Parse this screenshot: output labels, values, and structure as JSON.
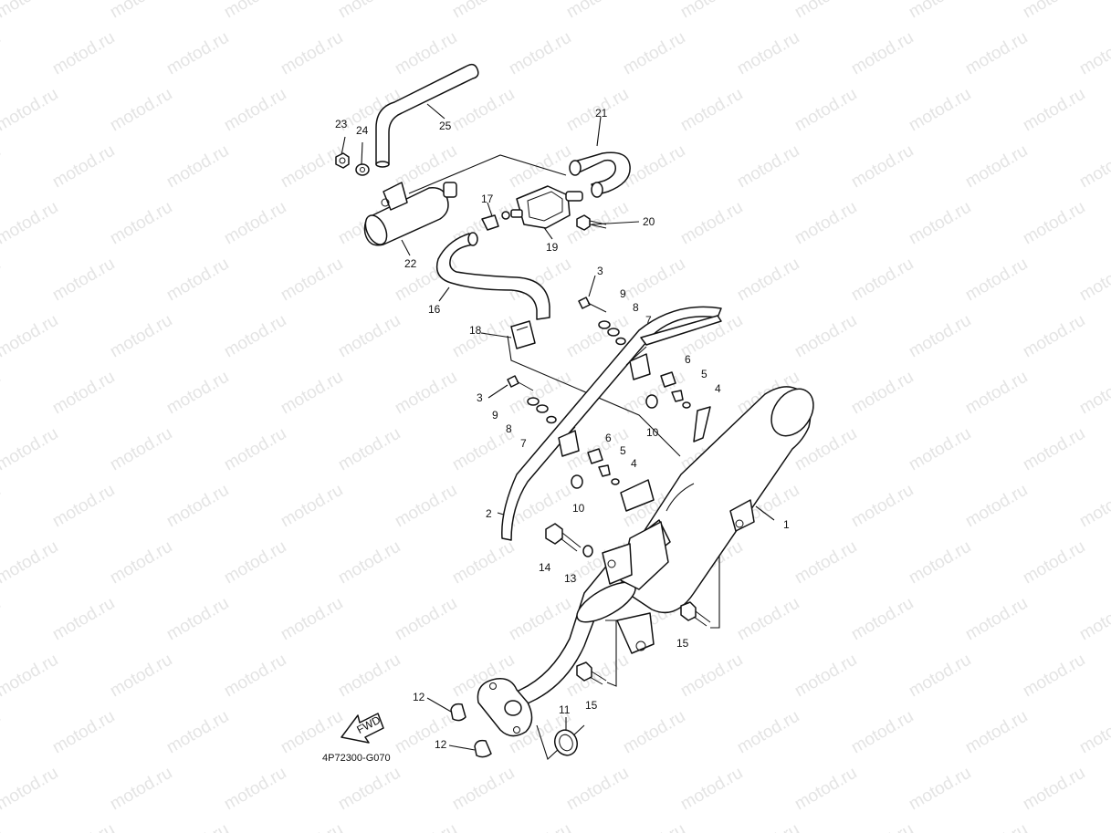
{
  "watermark": "motod.ru",
  "drawing_code": "4P72300-G070",
  "fwd_label": "FWD",
  "callouts": {
    "c1": "1",
    "c2": "2",
    "c3a": "3",
    "c3b": "3",
    "c4a": "4",
    "c4b": "4",
    "c5a": "5",
    "c5b": "5",
    "c6a": "6",
    "c6b": "6",
    "c7a": "7",
    "c7b": "7",
    "c8a": "8",
    "c8b": "8",
    "c9a": "9",
    "c9b": "9",
    "c10a": "10",
    "c10b": "10",
    "c11": "11",
    "c12a": "12",
    "c12b": "12",
    "c13": "13",
    "c14": "14",
    "c15a": "15",
    "c15b": "15",
    "c16": "16",
    "c17": "17",
    "c18": "18",
    "c19": "19",
    "c20": "20",
    "c21": "21",
    "c22": "22",
    "c23": "23",
    "c24": "24",
    "c25": "25"
  }
}
